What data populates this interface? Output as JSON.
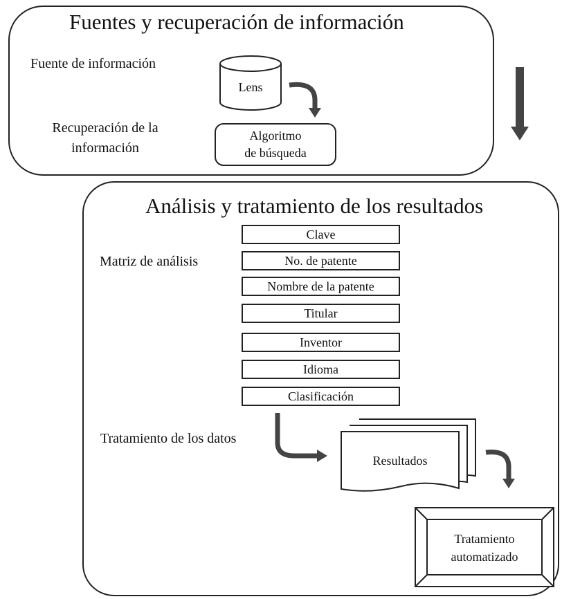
{
  "sources": {
    "title": "Fuentes y recuperación de información",
    "source_label": "Fuente de información",
    "retrieval_label": "Recuperación de la información",
    "database": "Lens",
    "algorithm_line1": "Algoritmo",
    "algorithm_line2": "de búsqueda"
  },
  "analysis": {
    "title": "Análisis y tratamiento de los resultados",
    "matrix_label": "Matriz de análisis",
    "fields": [
      "Clave",
      "No. de patente",
      "Nombre de la patente",
      "Titular",
      "Inventor",
      "Idioma",
      "Clasificación"
    ],
    "treatment_label": "Tratamiento de los datos",
    "results": "Resultados",
    "automated_line1": "Tratamiento",
    "automated_line2": "automatizado"
  }
}
